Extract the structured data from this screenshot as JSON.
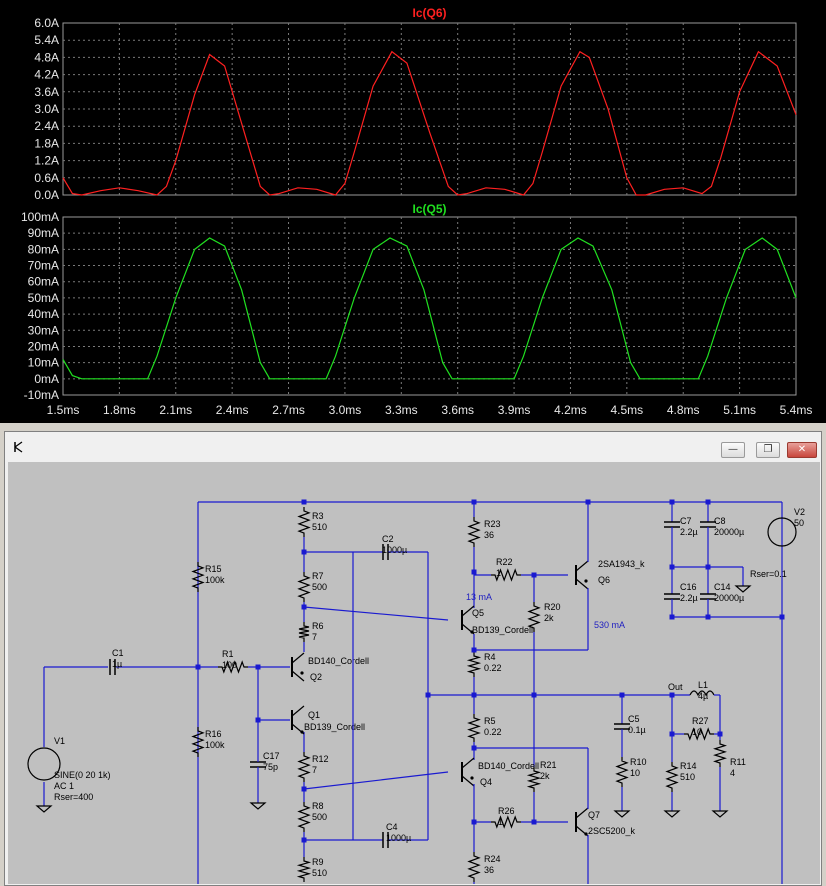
{
  "waveform": {
    "plot1_title": "Ic(Q6)",
    "plot2_title": "Ic(Q5)",
    "plot1_color": "#ff2020",
    "plot2_color": "#20e020",
    "y1_ticks": [
      "6.0A",
      "5.4A",
      "4.8A",
      "4.2A",
      "3.6A",
      "3.0A",
      "2.4A",
      "1.8A",
      "1.2A",
      "0.6A",
      "0.0A"
    ],
    "y2_ticks": [
      "100mA",
      "90mA",
      "80mA",
      "70mA",
      "60mA",
      "50mA",
      "40mA",
      "30mA",
      "20mA",
      "10mA",
      "0mA",
      "-10mA"
    ],
    "x_ticks": [
      "1.5ms",
      "1.8ms",
      "2.1ms",
      "2.4ms",
      "2.7ms",
      "3.0ms",
      "3.3ms",
      "3.6ms",
      "3.9ms",
      "4.2ms",
      "4.5ms",
      "4.8ms",
      "5.1ms",
      "5.4ms"
    ]
  },
  "chart_data": [
    {
      "type": "line",
      "title": "Ic(Q6)",
      "x_unit": "ms",
      "xlim": [
        1.5,
        5.4
      ],
      "ylim": [
        0.0,
        6.0
      ],
      "series": [
        {
          "name": "Ic(Q6)",
          "x": [
            1.5,
            1.55,
            1.6,
            1.7,
            1.8,
            1.9,
            2.0,
            2.05,
            2.1,
            2.2,
            2.28,
            2.36,
            2.45,
            2.55,
            2.6,
            2.65,
            2.75,
            2.85,
            2.95,
            3.0,
            3.05,
            3.15,
            3.25,
            3.33,
            3.45,
            3.55,
            3.6,
            3.65,
            3.75,
            3.85,
            3.95,
            4.0,
            4.05,
            4.15,
            4.25,
            4.3,
            4.4,
            4.5,
            4.55,
            4.6,
            4.7,
            4.8,
            4.9,
            4.95,
            5.0,
            5.1,
            5.2,
            5.3,
            5.4
          ],
          "y": [
            0.6,
            0.05,
            0.0,
            0.15,
            0.25,
            0.15,
            0.0,
            0.3,
            1.2,
            3.5,
            4.9,
            4.5,
            2.5,
            0.3,
            0.0,
            0.05,
            0.25,
            0.2,
            0.0,
            0.4,
            1.5,
            3.8,
            5.0,
            4.6,
            2.2,
            0.3,
            0.0,
            0.05,
            0.25,
            0.2,
            0.0,
            0.4,
            1.5,
            3.8,
            5.0,
            4.8,
            3.0,
            0.6,
            0.0,
            0.0,
            0.2,
            0.25,
            0.05,
            0.3,
            1.3,
            3.6,
            5.0,
            4.5,
            2.8
          ]
        }
      ]
    },
    {
      "type": "line",
      "title": "Ic(Q5)",
      "x_unit": "ms",
      "xlim": [
        1.5,
        5.4
      ],
      "ylim": [
        -10,
        100
      ],
      "series": [
        {
          "name": "Ic(Q5)",
          "x": [
            1.5,
            1.55,
            1.6,
            1.8,
            1.95,
            2.0,
            2.1,
            2.2,
            2.28,
            2.36,
            2.45,
            2.55,
            2.6,
            2.8,
            2.9,
            2.95,
            3.05,
            3.15,
            3.24,
            3.33,
            3.42,
            3.52,
            3.57,
            3.8,
            3.9,
            3.95,
            4.05,
            4.15,
            4.24,
            4.32,
            4.42,
            4.52,
            4.57,
            4.78,
            4.88,
            4.93,
            5.03,
            5.13,
            5.22,
            5.3,
            5.4
          ],
          "y": [
            12,
            2,
            0,
            0,
            0,
            14,
            50,
            80,
            87,
            82,
            55,
            10,
            0,
            0,
            0,
            14,
            50,
            80,
            87,
            82,
            55,
            10,
            0,
            0,
            0,
            14,
            50,
            80,
            87,
            82,
            55,
            10,
            0,
            0,
            0,
            14,
            50,
            80,
            87,
            80,
            50
          ]
        }
      ]
    }
  ],
  "window": {
    "minimize_glyph": "—",
    "restore_glyph": "❐",
    "close_glyph": "✕"
  },
  "schematic": {
    "components": {
      "R3": [
        "R3",
        "510"
      ],
      "R7": [
        "R7",
        "500"
      ],
      "R6": [
        "R6",
        "7"
      ],
      "R12": [
        "R12",
        "7"
      ],
      "R8": [
        "R8",
        "500"
      ],
      "R9": [
        "R9",
        "510"
      ],
      "R15": [
        "R15",
        "100k"
      ],
      "R16": [
        "R16",
        "100k"
      ],
      "R1": [
        "R1",
        "100"
      ],
      "C1": [
        "C1",
        "1µ"
      ],
      "C2": [
        "C2",
        "1000µ"
      ],
      "C4": [
        "C4",
        "1000µ"
      ],
      "C17": [
        "C17",
        "75p"
      ],
      "R23": [
        "R23",
        "36"
      ],
      "R22": [
        "R22",
        "1"
      ],
      "R20": [
        "R20",
        "2k"
      ],
      "R4": [
        "R4",
        "0.22"
      ],
      "R5": [
        "R5",
        "0.22"
      ],
      "R21": [
        "R21",
        "2k"
      ],
      "R26": [
        "R26",
        "1"
      ],
      "R24": [
        "R24",
        "36"
      ],
      "C5": [
        "C5",
        "0.1µ"
      ],
      "R10": [
        "R10",
        "10"
      ],
      "L1": [
        "L1",
        "4µ"
      ],
      "R27": [
        "R27",
        "10"
      ],
      "R14": [
        "R14",
        "510"
      ],
      "R11": [
        "R11",
        "4"
      ],
      "C7": [
        "C7",
        "2.2µ"
      ],
      "C8": [
        "C8",
        "20000µ"
      ],
      "C16": [
        "C16",
        "2.2µ"
      ],
      "C14": [
        "C14",
        "20000µ"
      ],
      "V2": [
        "V2",
        "50"
      ]
    },
    "transistors": {
      "Q2": [
        "Q2",
        "BD140_Cordell"
      ],
      "Q1": [
        "Q1",
        "BD139_Cordell"
      ],
      "Q5": [
        "Q5",
        "BD139_Cordell"
      ],
      "Q4": [
        "Q4",
        "BD140_Cordell"
      ],
      "Q6": [
        "Q6",
        "2SA1943_k"
      ],
      "Q7": [
        "Q7",
        "2SC5200_k"
      ]
    },
    "v1": {
      "name": "V1",
      "value": "SINE(0 20 1k)",
      "ac": "AC 1",
      "rser": "Rser=400"
    },
    "rser_v2": "Rser=0.1",
    "net_out": "Out",
    "annot_q5": "13 mA",
    "annot_q6": "530 mA"
  }
}
